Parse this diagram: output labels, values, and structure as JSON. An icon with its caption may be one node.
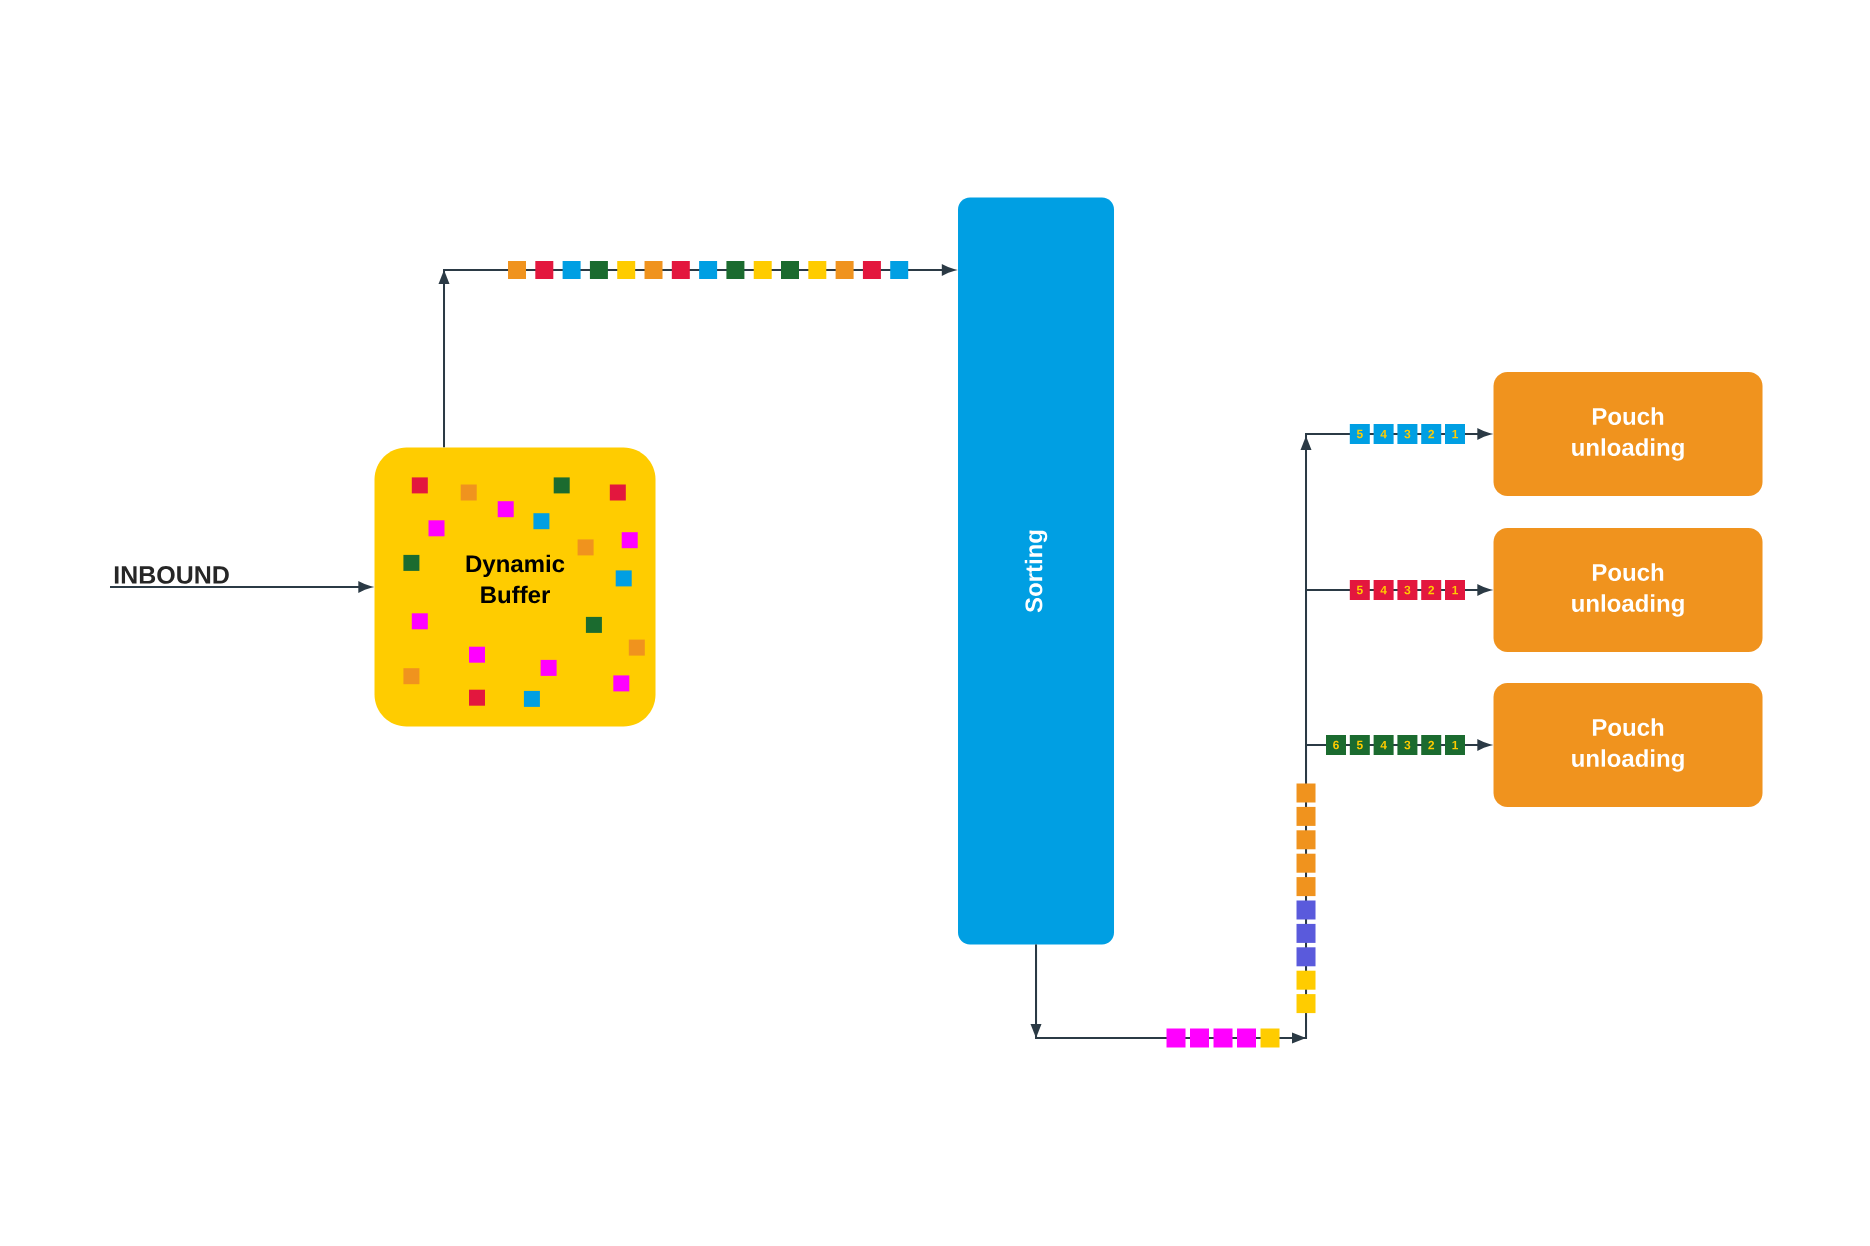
{
  "diagram": {
    "nodes": [
      {
        "text": [
          "INBOUND"
        ]
      },
      {
        "text": [
          "Dynamic Buffer"
        ]
      },
      {
        "text": [
          "Sorting"
        ]
      },
      {
        "text": [
          "Pouch unloading"
        ]
      },
      {
        "text": [
          "Pouch unloading"
        ]
      },
      {
        "text": [
          "Pouch unloading"
        ]
      }
    ],
    "edges": [
      {
        "from": 0,
        "to": 1,
        "arrow": "to"
      },
      {
        "from": 1,
        "to": 2,
        "arrow": "to"
      },
      {
        "from": 2,
        "to": 3,
        "arrow": "to"
      },
      {
        "from": 2,
        "to": 4,
        "arrow": "to"
      },
      {
        "from": 2,
        "to": 5,
        "arrow": "to"
      }
    ],
    "labels": [
      "5",
      "4",
      "3",
      "2",
      "1",
      "5",
      "4",
      "3",
      "2",
      "1",
      "6",
      "5",
      "4",
      "3",
      "2",
      "1"
    ]
  }
}
